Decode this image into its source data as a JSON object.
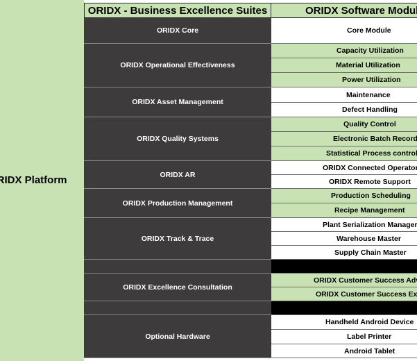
{
  "platform": {
    "label": "ORIDX Platform"
  },
  "headers": {
    "suites": "ORIDX - Business Excellence Suites",
    "modules": "ORIDX Software Modules"
  },
  "suites": [
    {
      "name": "ORIDX Core"
    },
    {
      "name": "ORIDX Operational Effectiveness"
    },
    {
      "name": "ORIDX Asset Management"
    },
    {
      "name": "ORIDX Quality Systems"
    },
    {
      "name": "ORIDX AR"
    },
    {
      "name": "ORIDX Production Management"
    },
    {
      "name": "ORIDX Track & Trace"
    },
    {
      "name": ""
    },
    {
      "name": "ORIDX Excellence Consultation"
    },
    {
      "name": ""
    },
    {
      "name": "Optional Hardware"
    }
  ],
  "modules": [
    {
      "name": "Core Module",
      "color": "#ffffff"
    },
    {
      "name": "Capacity Utilization",
      "color": "#c9e2b4"
    },
    {
      "name": "Material Utilization",
      "color": "#c9e2b4"
    },
    {
      "name": "Power Utilization",
      "color": "#c9e2b4"
    },
    {
      "name": "Maintenance",
      "color": "#ffffff"
    },
    {
      "name": "Defect Handling",
      "color": "#ffffff"
    },
    {
      "name": "Quality Control",
      "color": "#c9e2b4"
    },
    {
      "name": "Electronic Batch Record",
      "color": "#c9e2b4"
    },
    {
      "name": "Statistical Process control",
      "color": "#c9e2b4"
    },
    {
      "name": "ORIDX Connected Operator",
      "color": "#ffffff"
    },
    {
      "name": "ORIDX Remote Support",
      "color": "#ffffff"
    },
    {
      "name": "Production Scheduling",
      "color": "#c9e2b4"
    },
    {
      "name": "Recipe Management",
      "color": "#c9e2b4"
    },
    {
      "name": "Plant Serialization Manager",
      "color": "#ffffff"
    },
    {
      "name": "Warehouse Master",
      "color": "#ffffff"
    },
    {
      "name": "Supply Chain Master",
      "color": "#ffffff"
    },
    {
      "name": "",
      "color": "#000000"
    },
    {
      "name": "ORIDX Customer Success Advisor",
      "color": "#c9e2b4"
    },
    {
      "name": "ORIDX Customer Success Expert",
      "color": "#c9e2b4"
    },
    {
      "name": "",
      "color": "#000000"
    },
    {
      "name": "Handheld Android Device",
      "color": "#ffffff"
    },
    {
      "name": "Label Printer",
      "color": "#ffffff"
    },
    {
      "name": "Android Tablet",
      "color": "#ffffff"
    }
  ]
}
